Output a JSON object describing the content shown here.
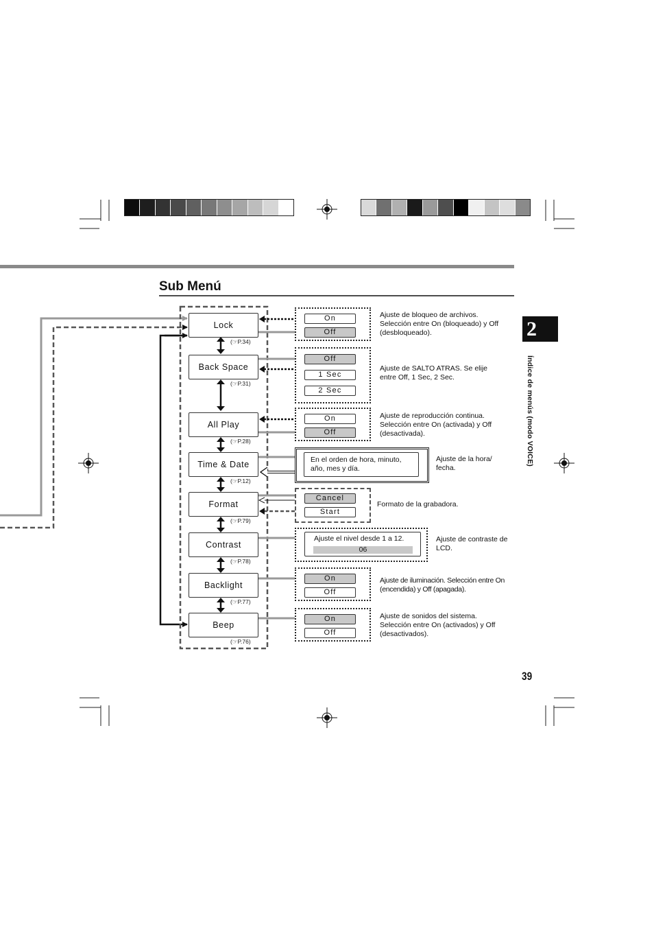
{
  "page": {
    "title": "Sub Menú",
    "chapter_number": "2",
    "side_label": "Índice de menús (modo VOICE)",
    "page_number": "39"
  },
  "color_bars": {
    "left": [
      "#0c0c0c",
      "#1e1e1e",
      "#333333",
      "#4a4a4a",
      "#606060",
      "#787878",
      "#8e8e8e",
      "#a6a6a6",
      "#bdbdbd",
      "#d6d6d6",
      "#ffffff"
    ],
    "right": [
      "#d9d9d9",
      "#707070",
      "#b0b0b0",
      "#1a1a1a",
      "#9a9a9a",
      "#4e4e4e",
      "#000000",
      "#f0f0f0",
      "#c4c4c4",
      "#dedede",
      "#8a8a8a"
    ]
  },
  "menu": [
    {
      "label": "Lock",
      "ref": "P.34"
    },
    {
      "label": "Back Space",
      "ref": "P.31"
    },
    {
      "label": "All Play",
      "ref": "P.28"
    },
    {
      "label": "Time & Date",
      "ref": "P.12"
    },
    {
      "label": "Format",
      "ref": "P.79"
    },
    {
      "label": "Contrast",
      "ref": "P.78"
    },
    {
      "label": "Backlight",
      "ref": "P.77"
    },
    {
      "label": "Beep",
      "ref": "P.76"
    }
  ],
  "options": {
    "lock": [
      "On",
      "Off"
    ],
    "back_space": [
      "Off",
      "1 Sec",
      "2 Sec"
    ],
    "all_play": [
      "On",
      "Off"
    ],
    "format": [
      "Cancel",
      "Start"
    ],
    "backlight": [
      "On",
      "Off"
    ],
    "beep": [
      "On",
      "Off"
    ]
  },
  "time_date_text": "En el orden de hora, minuto, año, mes y día.",
  "contrast": {
    "text": "Ajuste el nivel desde 1 a 12.",
    "value": "06"
  },
  "descriptions": {
    "lock": "Ajuste de bloqueo de archivos. Selección entre On (bloqueado) y Off (desbloqueado).",
    "back_space": "Ajuste de SALTO ATRAS. Se elije entre Off, 1 Sec, 2 Sec.",
    "all_play": "Ajuste de reproducción continua. Selección entre On (activada) y Off (desactivada).",
    "time_date": "Ajuste de la hora/ fecha.",
    "format": "Formato de la grabadora.",
    "contrast": "Ajuste de contraste de LCD.",
    "backlight": "Ajuste de iluminación. Selección entre On (encendida) y Off (apagada).",
    "beep": "Ajuste de sonidos del sistema. Selección entre On (activados) y Off (desactivados)."
  }
}
